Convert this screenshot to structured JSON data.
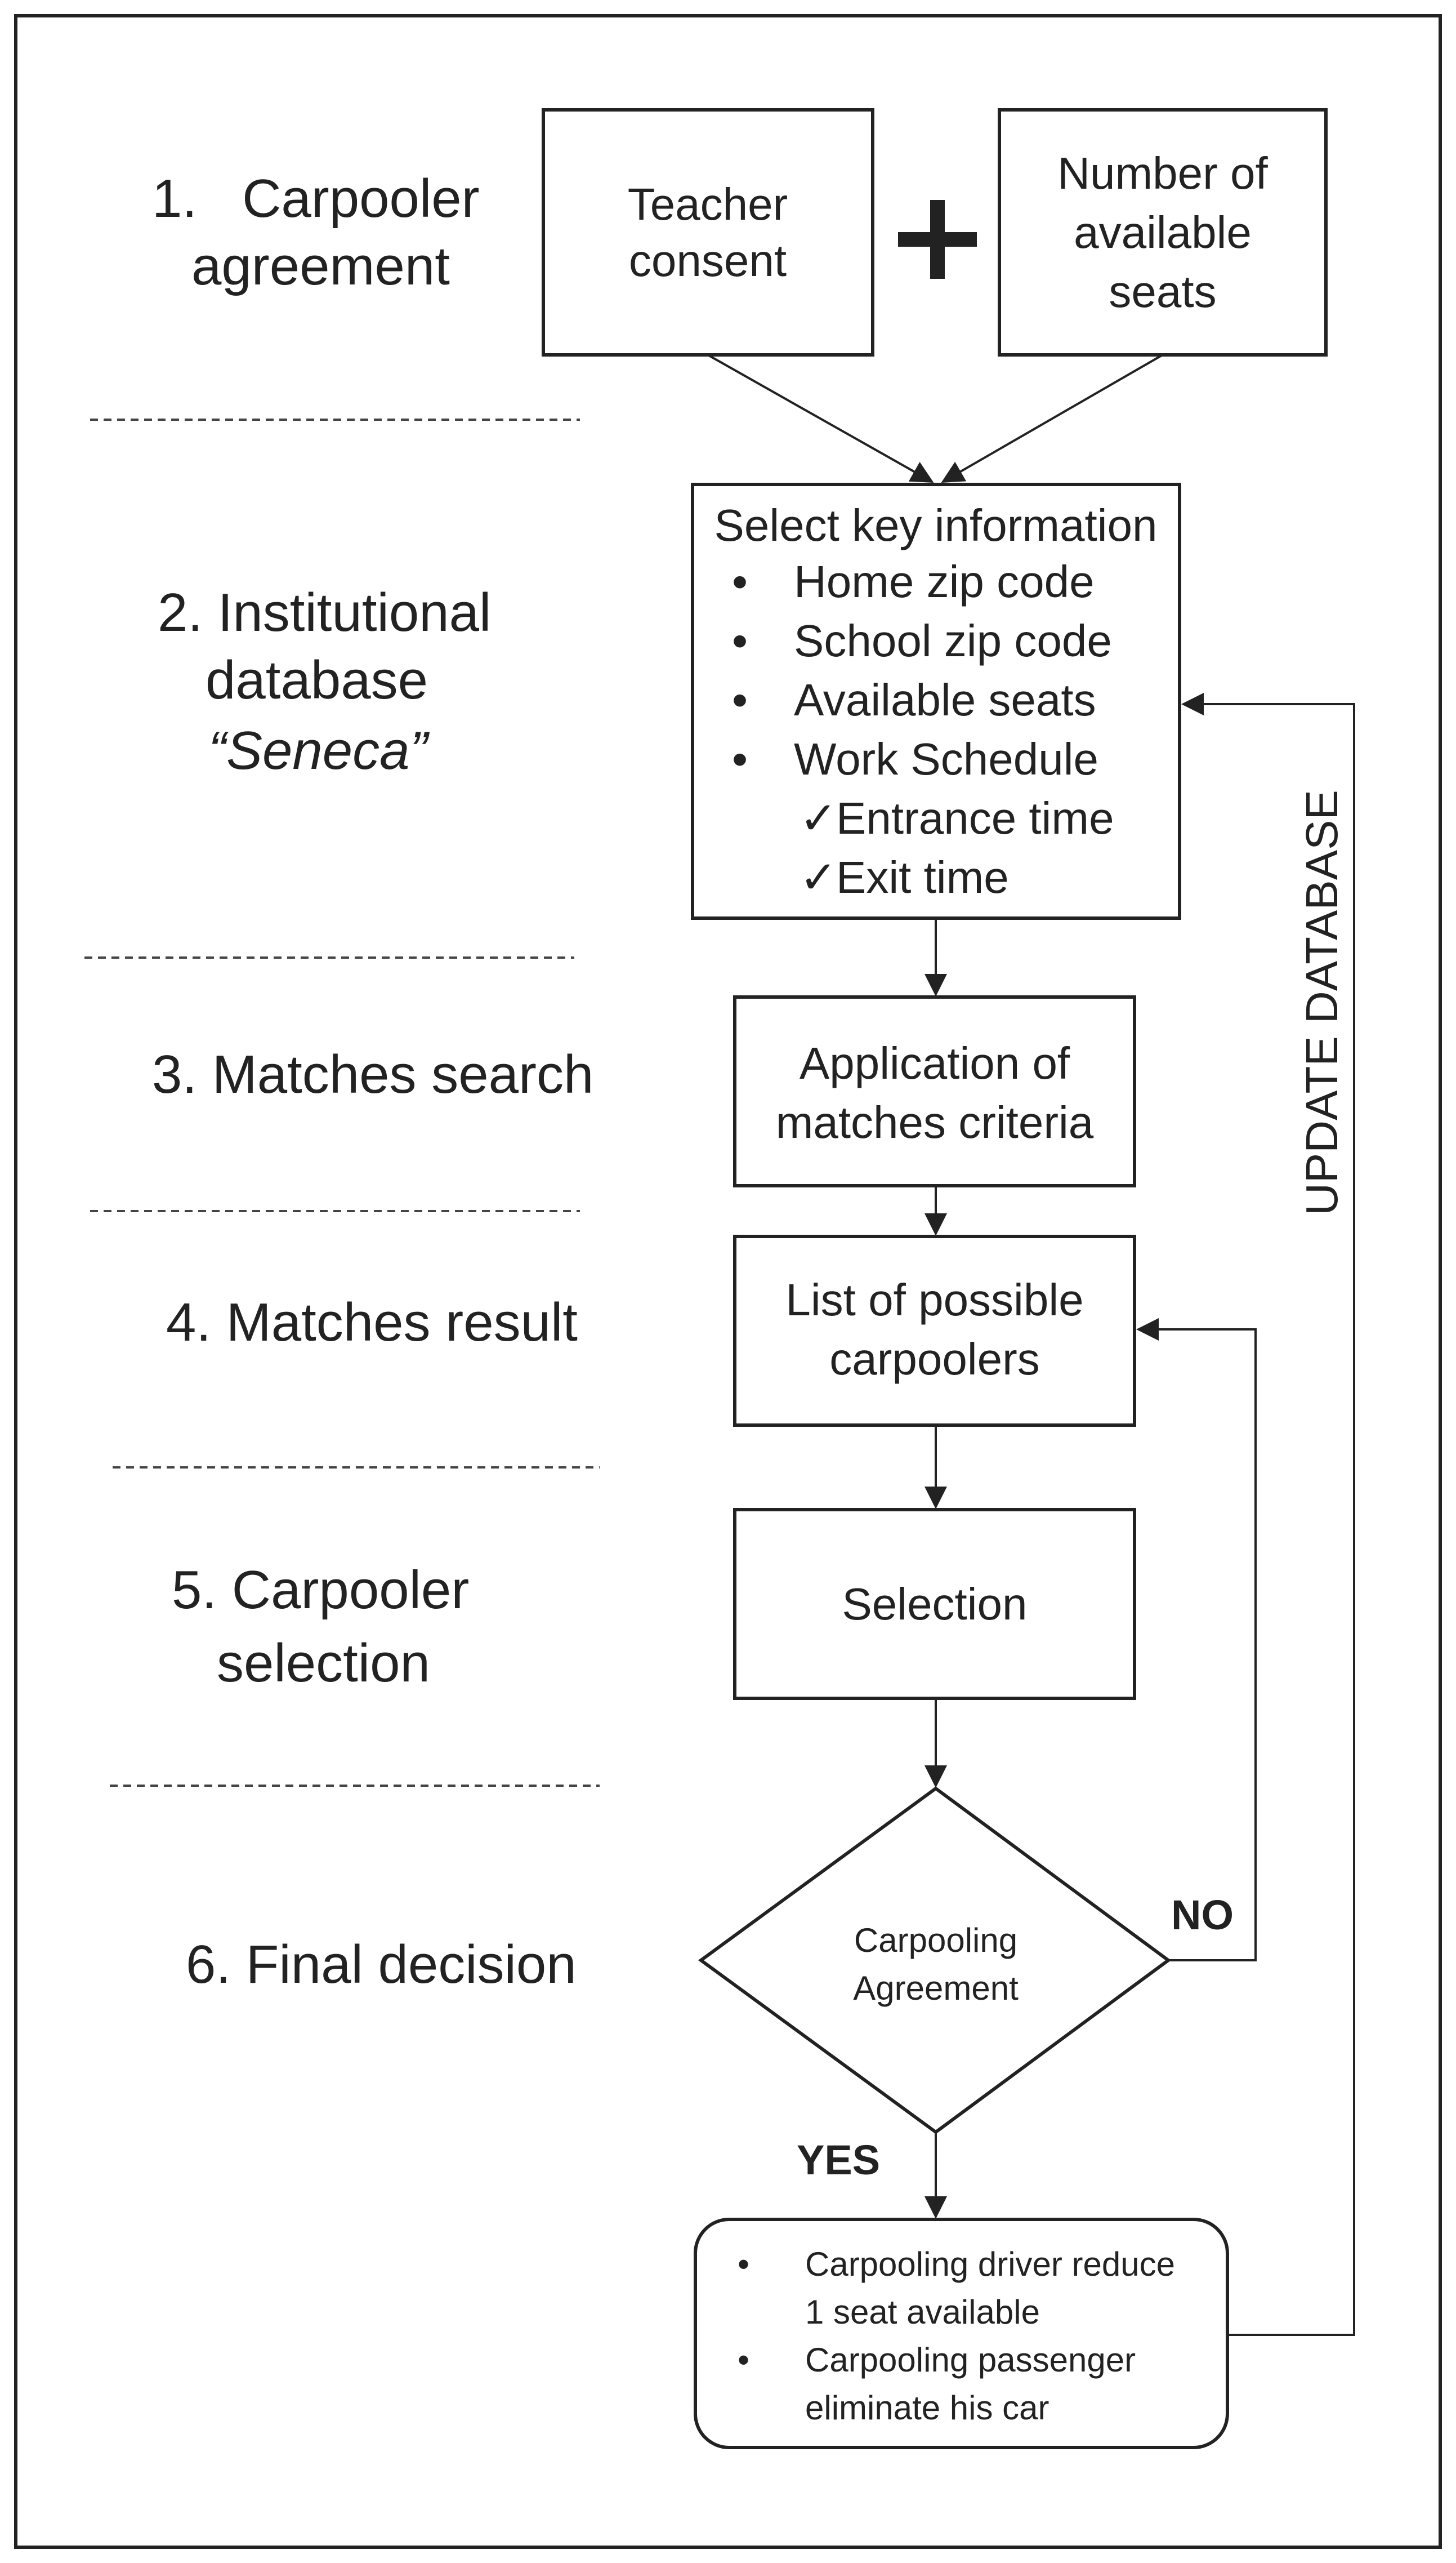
{
  "stages": {
    "s1_line1": "1.   Carpooler",
    "s1_line2": "agreement",
    "s2_line1": "2. Institutional",
    "s2_line2": "database",
    "s2_line3": "“Seneca”",
    "s3": "3. Matches search",
    "s4": "4. Matches result",
    "s5_line1": "5. Carpooler",
    "s5_line2": "selection",
    "s6": "6. Final decision"
  },
  "boxes": {
    "teacher": [
      "Teacher",
      "consent"
    ],
    "plus": "+",
    "seats": [
      "Number of",
      "available",
      "seats"
    ],
    "select_title": "Select key information",
    "select_items": [
      "Home zip code",
      "School zip code",
      "Available seats",
      "Work Schedule"
    ],
    "select_subitems": [
      "Entrance time",
      "Exit time"
    ],
    "bullet": "•",
    "check": "✓",
    "application": [
      "Application of",
      "matches criteria"
    ],
    "list": [
      "List of possible",
      "carpoolers"
    ],
    "selection": "Selection",
    "decision": [
      "Carpooling",
      "Agreement"
    ],
    "no": "NO",
    "yes": "YES",
    "result": [
      "Carpooling driver reduce",
      "1 seat available",
      "Carpooling passenger",
      "eliminate his car"
    ],
    "update": "UPDATE DATABASE"
  }
}
